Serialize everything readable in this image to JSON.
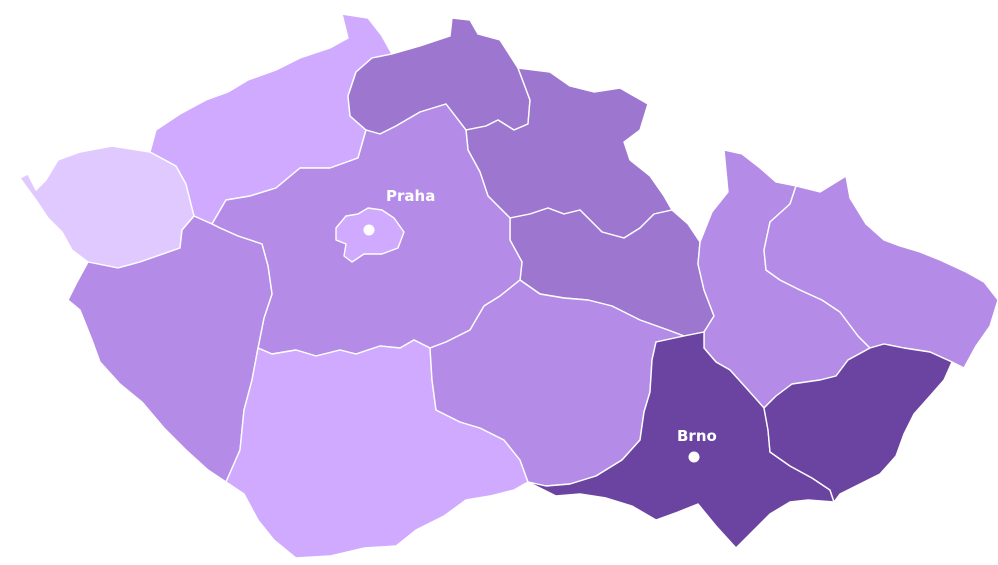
{
  "map": {
    "colors": {
      "level_1": "#e0c9ff",
      "level_2": "#cfaaff",
      "level_3": "#b48be6",
      "level_4": "#9d76d0",
      "level_5": "#6b43a0"
    },
    "regions": [
      {
        "key": "karlovarsky",
        "level": "level_1"
      },
      {
        "key": "ustecky",
        "level": "level_2"
      },
      {
        "key": "liberecky",
        "level": "level_4"
      },
      {
        "key": "kralovehradecky",
        "level": "level_4"
      },
      {
        "key": "pardubicky",
        "level": "level_4"
      },
      {
        "key": "stredocesky",
        "level": "level_3"
      },
      {
        "key": "praha",
        "level": "level_2"
      },
      {
        "key": "plzensky",
        "level": "level_3"
      },
      {
        "key": "jihocesky",
        "level": "level_2"
      },
      {
        "key": "vysocina",
        "level": "level_3"
      },
      {
        "key": "olomoucky",
        "level": "level_3"
      },
      {
        "key": "moravskoslezsky",
        "level": "level_3"
      },
      {
        "key": "jihomoravsky",
        "level": "level_5"
      },
      {
        "key": "zlinsky",
        "level": "level_5"
      }
    ],
    "cities": {
      "praha": {
        "label": "Praha"
      },
      "brno": {
        "label": "Brno"
      }
    }
  }
}
